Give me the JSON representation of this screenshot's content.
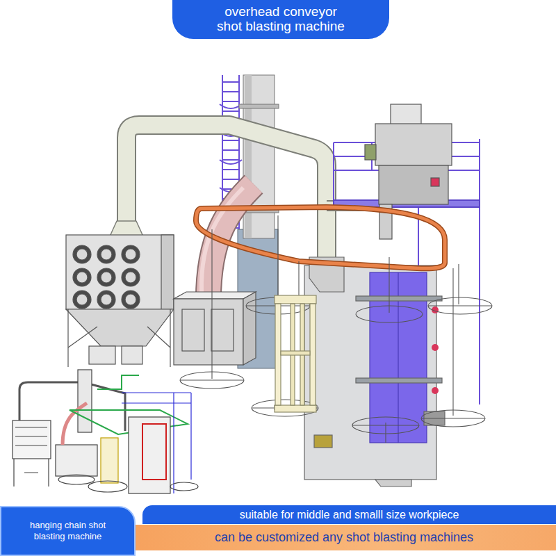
{
  "diagram": {
    "title": "overhead conveyor shot blasting machine",
    "nodes": [
      {
        "text": [
          "hanging chain shot blasting machine"
        ]
      },
      {
        "text": [
          "suitable for middle and smalll size workpiece"
        ]
      },
      {
        "text": [
          "can be customized any shot blasting machines"
        ]
      }
    ]
  }
}
